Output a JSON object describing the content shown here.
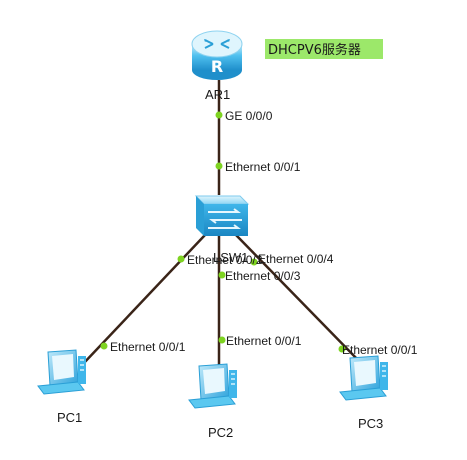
{
  "devices": {
    "router": {
      "label": "AR1",
      "icon": "router-icon"
    },
    "switch": {
      "label": "LSW1",
      "icon": "switch-icon"
    },
    "pc1": {
      "label": "PC1",
      "icon": "pc-icon"
    },
    "pc2": {
      "label": "PC2",
      "icon": "pc-icon"
    },
    "pc3": {
      "label": "PC3",
      "icon": "pc-icon"
    }
  },
  "note": {
    "text": "DHCPV6服务器",
    "background": "#9ce86a"
  },
  "links": {
    "router_switch": {
      "router_port": "GE 0/0/0",
      "switch_port": "Ethernet 0/0/1"
    },
    "switch_pc1": {
      "switch_port": "Ethernet 0/0/2",
      "pc_port": "Ethernet 0/0/1"
    },
    "switch_pc2": {
      "switch_port": "Ethernet 0/0/3",
      "pc_port": "Ethernet 0/0/1"
    },
    "switch_pc3": {
      "switch_port": "Ethernet 0/0/4",
      "pc_port": "Ethernet 0/0/1"
    }
  },
  "colors": {
    "link": "#3a2418",
    "port_dot": "#7ed321",
    "device": "#5bc8f0",
    "device_dark": "#2a9fd6"
  }
}
